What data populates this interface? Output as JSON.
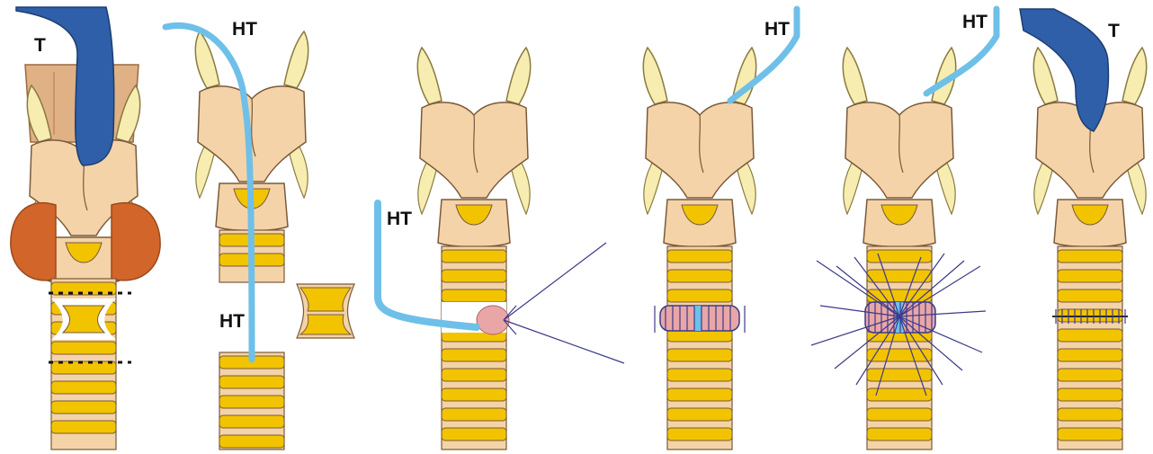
{
  "labels": {
    "panel1_tube": "T",
    "panel2_top": "HT",
    "panel2_mid": "HT",
    "panel3_side": "HT",
    "panel4_top": "HT",
    "panel5_top": "HT",
    "panel6_tube": "T"
  },
  "colors": {
    "cartilage": "#F4D3A8",
    "outline": "#7A5A3A",
    "ring": "#F2C400",
    "horn": "#F7EDB0",
    "tube": "#2E5FA8",
    "thin_tube": "#6EC0E8",
    "thyroid": "#D2652A",
    "muscle": "#E0B184",
    "anastomosis": "#E9A6A6",
    "suture": "#3B3A8A"
  }
}
